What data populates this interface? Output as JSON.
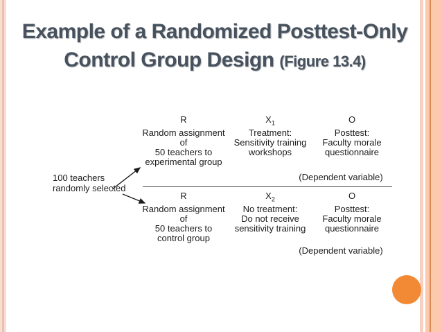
{
  "title": {
    "line1": "Example of a Randomized Posttest-Only",
    "line2_main": "Control Group Design ",
    "line2_figure": "(Figure 13.4)"
  },
  "diagram": {
    "left_label": [
      "100 teachers",
      "randomly selected"
    ],
    "rows": [
      {
        "assignment": {
          "symbol": "R",
          "sub": "",
          "lines": [
            "Random assignment",
            "of",
            "50 teachers to",
            "experimental group"
          ]
        },
        "treatment": {
          "symbol": "X",
          "sub": "1",
          "lines": [
            "Treatment:",
            "Sensitivity training",
            "workshops"
          ]
        },
        "posttest": {
          "symbol": "O",
          "sub": "",
          "lines": [
            "Posttest:",
            "Faculty morale",
            "questionnaire"
          ]
        },
        "dependent_note": "(Dependent variable)"
      },
      {
        "assignment": {
          "symbol": "R",
          "sub": "",
          "lines": [
            "Random assignment",
            "of",
            "50 teachers to",
            "control group"
          ]
        },
        "treatment": {
          "symbol": "X",
          "sub": "2",
          "lines": [
            "No treatment:",
            "Do not receive",
            "sensitivity training"
          ]
        },
        "posttest": {
          "symbol": "O",
          "sub": "",
          "lines": [
            "Posttest:",
            "Faculty morale",
            "questionnaire"
          ]
        },
        "dependent_note": "(Dependent variable)"
      }
    ]
  },
  "colors": {
    "title_text": "#47525e",
    "body_text": "#1c1c1c",
    "accent_circle": "#f28a35",
    "border_peach": "#fcc9ae",
    "border_accent_line": "#dd8b57",
    "border_pink": "#f6d0c0",
    "left_stripe": "#edbfae"
  }
}
